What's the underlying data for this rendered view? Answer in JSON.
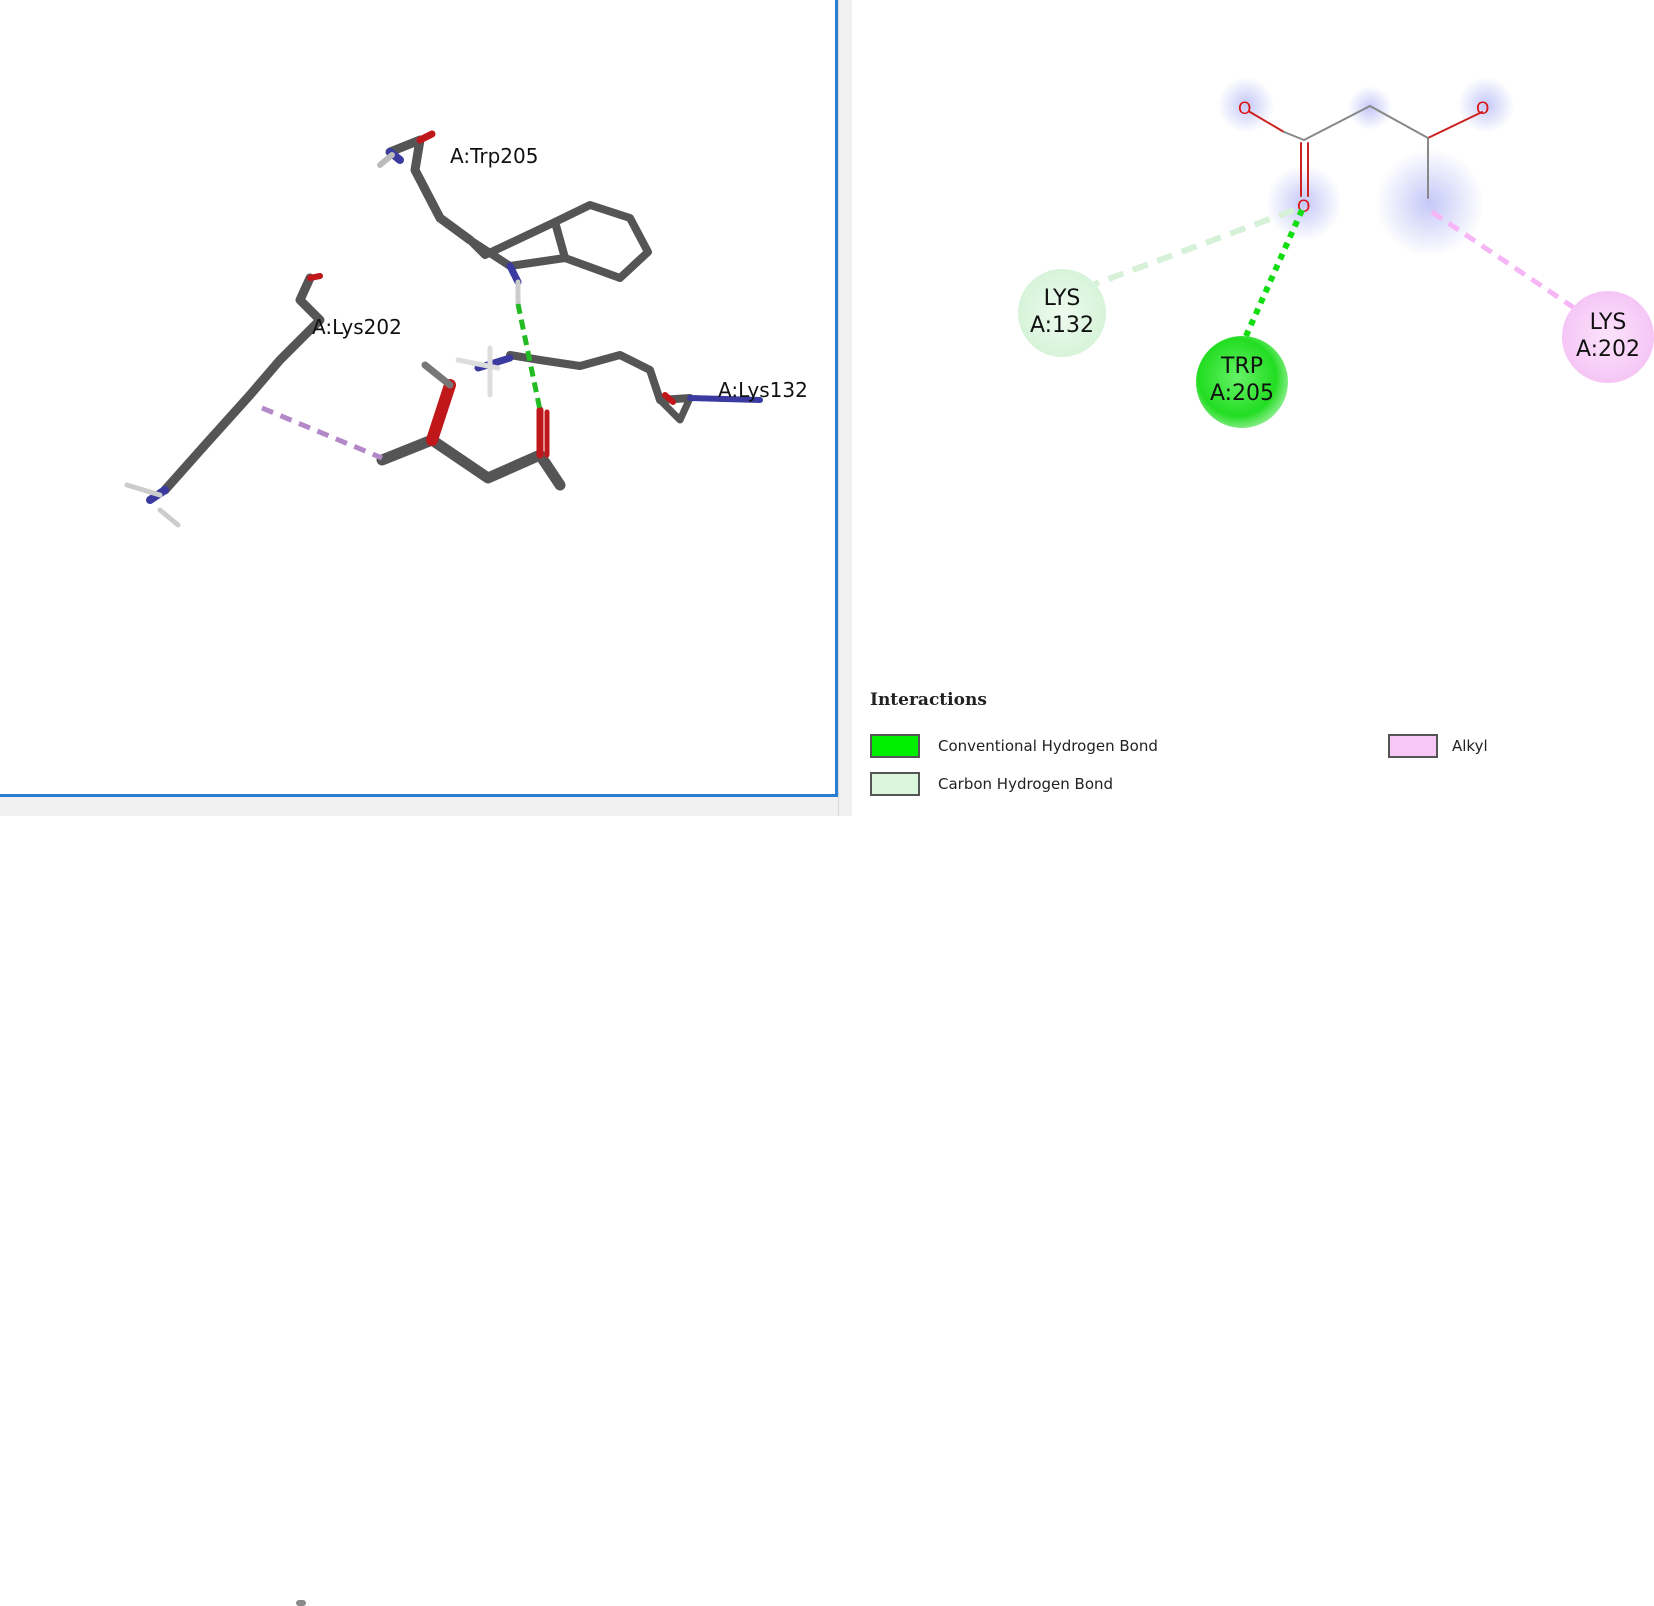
{
  "view3d": {
    "labels": {
      "trp": "A:Trp205",
      "lys202": "A:Lys202",
      "lys132": "A:Lys132"
    }
  },
  "diagram2d": {
    "atom_o": "O",
    "residues": [
      {
        "name": "LYS",
        "id": "A:132",
        "type": "carbon_hbond"
      },
      {
        "name": "TRP",
        "id": "A:205",
        "type": "conventional_hbond"
      },
      {
        "name": "LYS",
        "id": "A:202",
        "type": "alkyl"
      }
    ]
  },
  "legend": {
    "title": "Interactions",
    "items": [
      {
        "label": "Conventional Hydrogen Bond",
        "color": "#00ee00"
      },
      {
        "label": "Carbon Hydrogen Bond",
        "color": "#d9f5dc"
      },
      {
        "label": "Alkyl",
        "color": "#f7c8f7"
      }
    ]
  },
  "colors": {
    "panel_border": "#2a7fd4",
    "stick": "#555555",
    "oxygen": "#c0181a",
    "nitrogen": "#3a3aa0",
    "hydrogen": "#d0d0d0"
  }
}
